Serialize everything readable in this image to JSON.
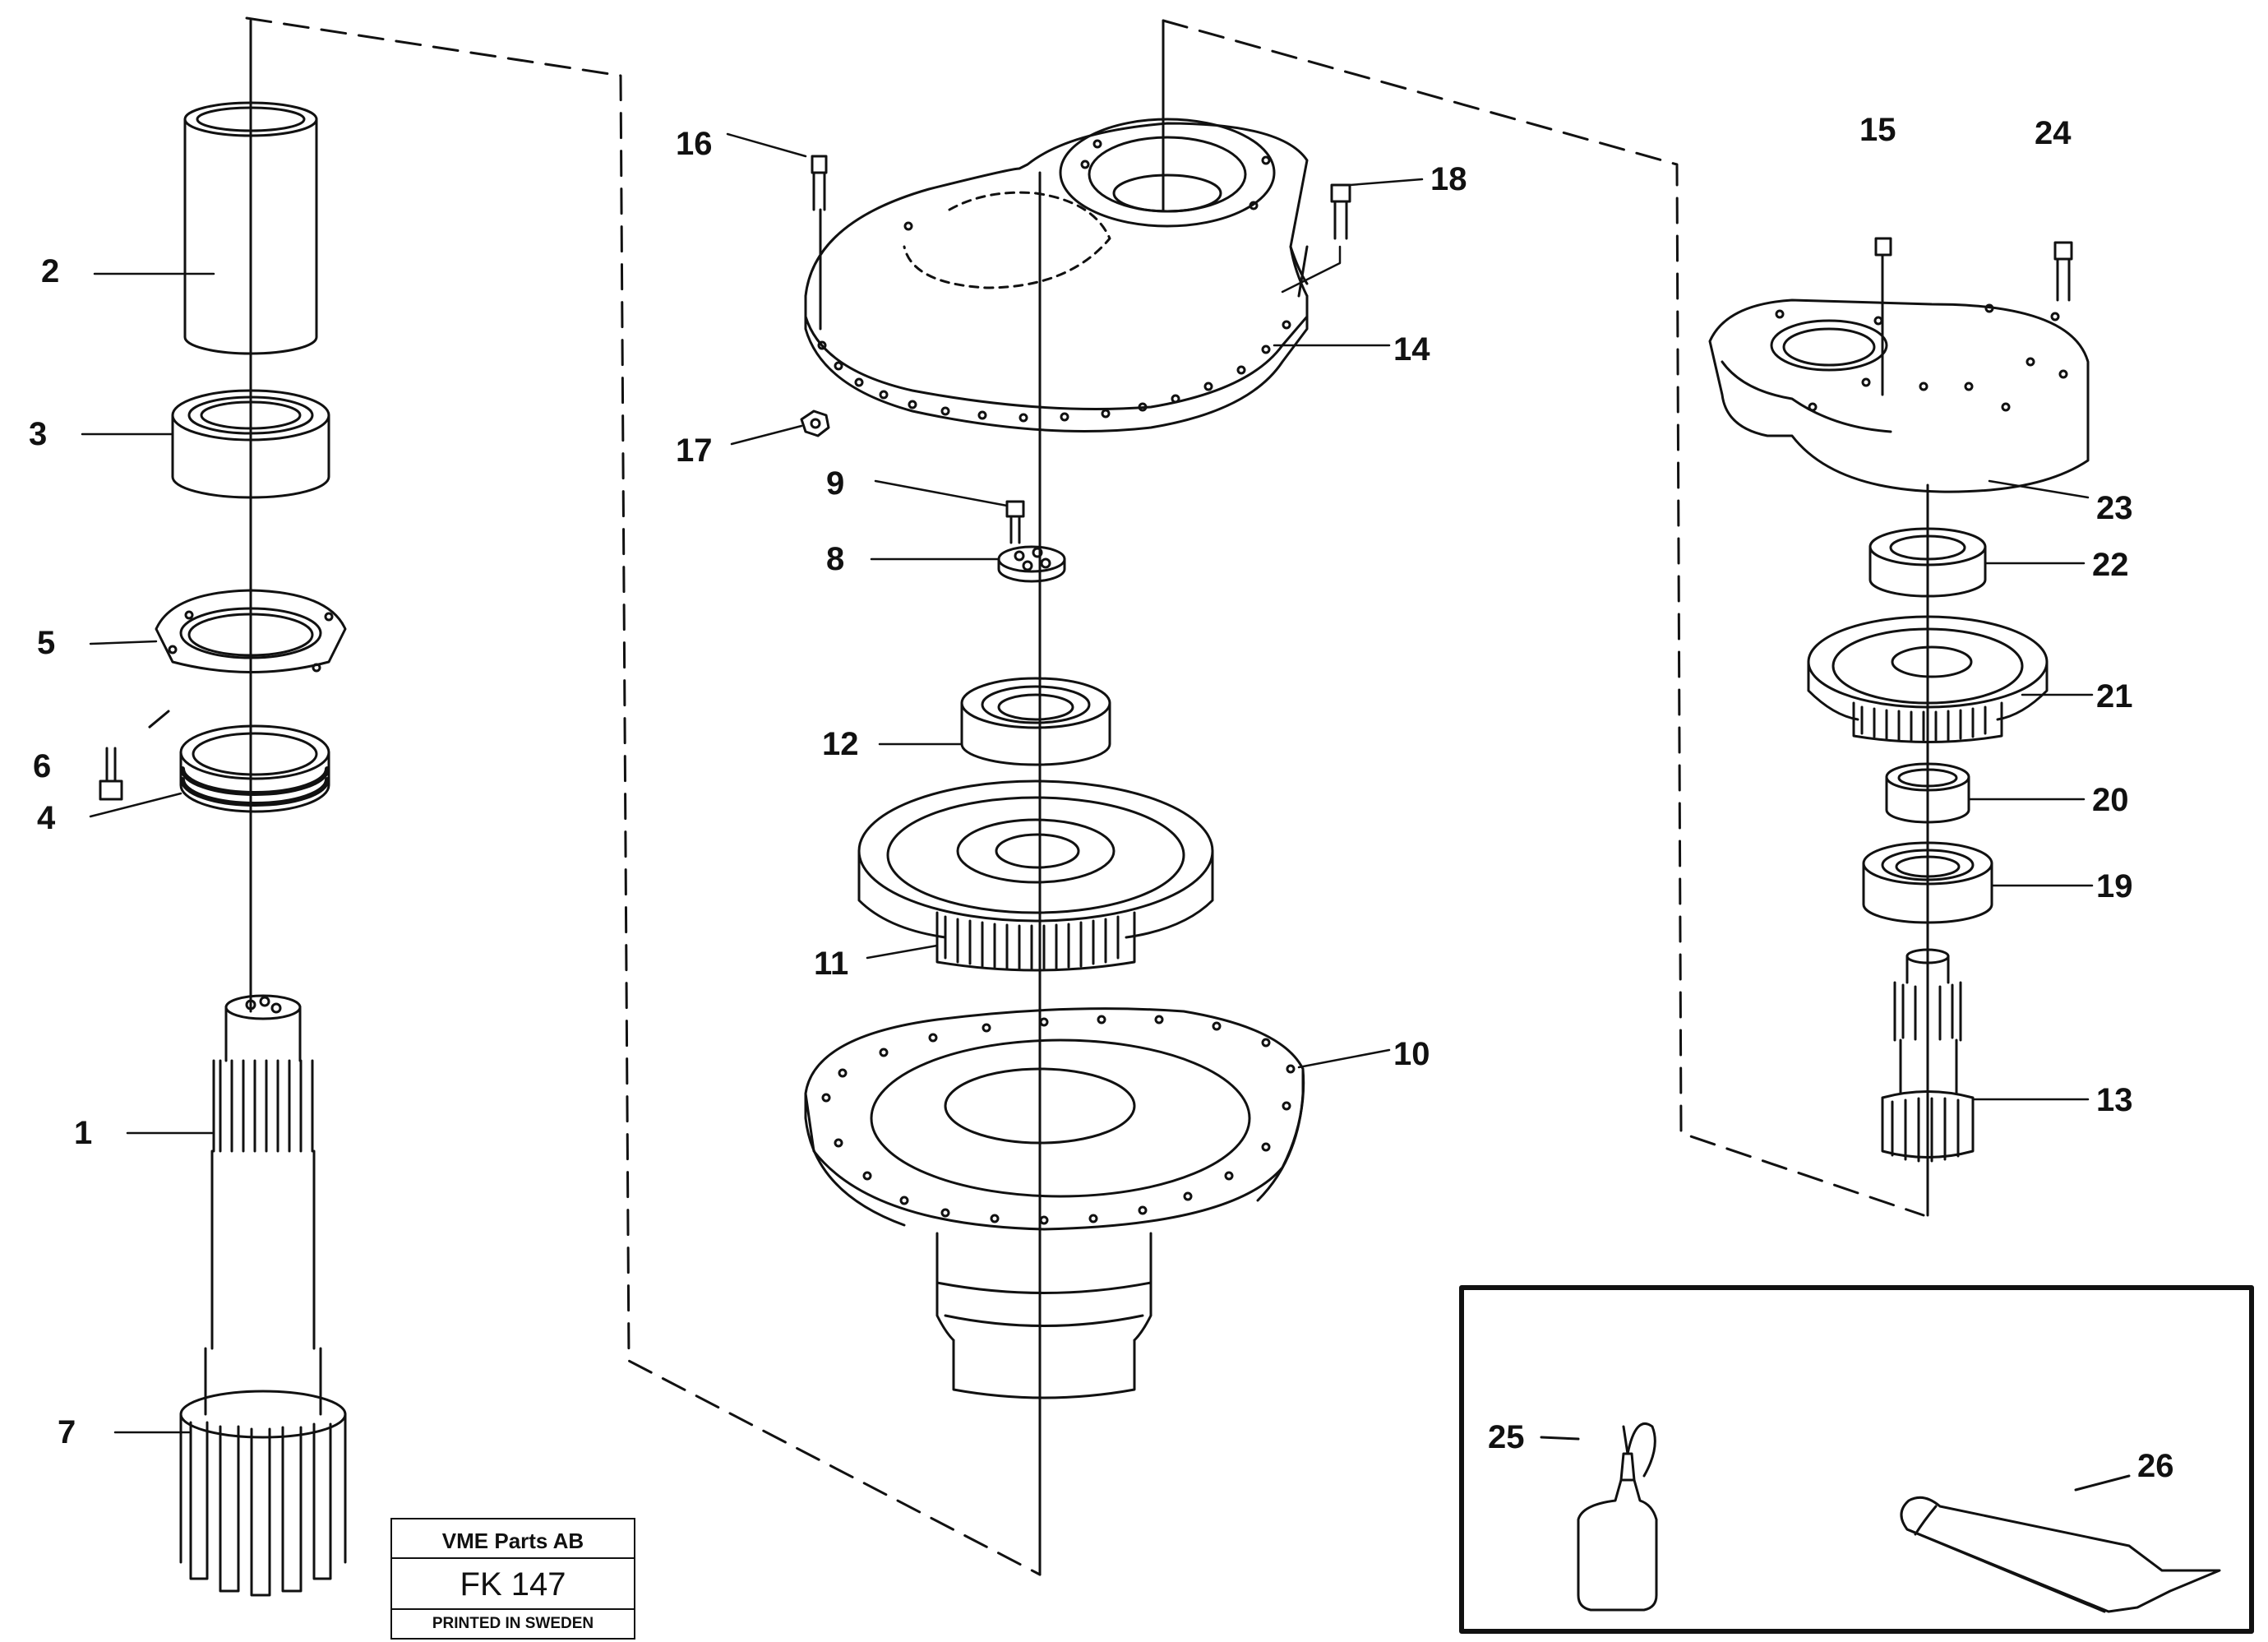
{
  "diagram": {
    "labels": {
      "p1": "1",
      "p2": "2",
      "p3": "3",
      "p4": "4",
      "p5": "5",
      "p6": "6",
      "p7": "7",
      "p8": "8",
      "p9": "9",
      "p10": "10",
      "p11": "11",
      "p12": "12",
      "p13": "13",
      "p14": "14",
      "p15": "15",
      "p16": "16",
      "p17": "17",
      "p18": "18",
      "p19": "19",
      "p20": "20",
      "p21": "21",
      "p22": "22",
      "p23": "23",
      "p24": "24",
      "p25": "25",
      "p26": "26"
    }
  },
  "title_block": {
    "company": "VME Parts AB",
    "code": "FK 147",
    "printed": "PRINTED IN SWEDEN"
  },
  "colors": {
    "line": "#111111",
    "background": "#ffffff"
  }
}
